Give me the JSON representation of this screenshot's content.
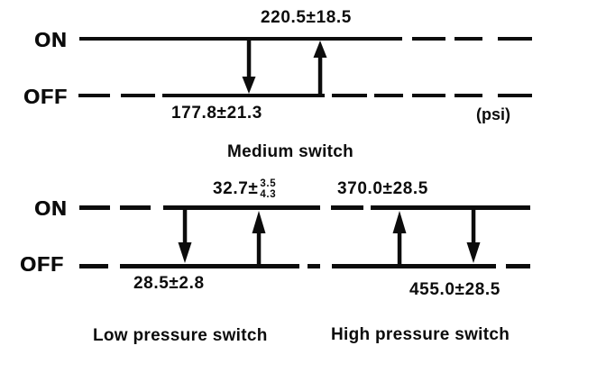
{
  "unit": "(psi)",
  "medium_switch": {
    "on_label": "ON",
    "off_label": "OFF",
    "on_threshold": "220.5±18.5",
    "off_threshold": "177.8±21.3",
    "caption": "Medium switch"
  },
  "lower_row": {
    "on_label": "ON",
    "off_label": "OFF"
  },
  "low_switch": {
    "on_threshold_base": "32.7±",
    "on_tolerance_upper": "3.5",
    "on_tolerance_lower": "4.3",
    "off_threshold": "28.5±2.8",
    "caption": "Low pressure switch"
  },
  "high_switch": {
    "on_threshold": "370.0±28.5",
    "off_threshold": "455.0±28.5",
    "caption": "High pressure switch"
  }
}
